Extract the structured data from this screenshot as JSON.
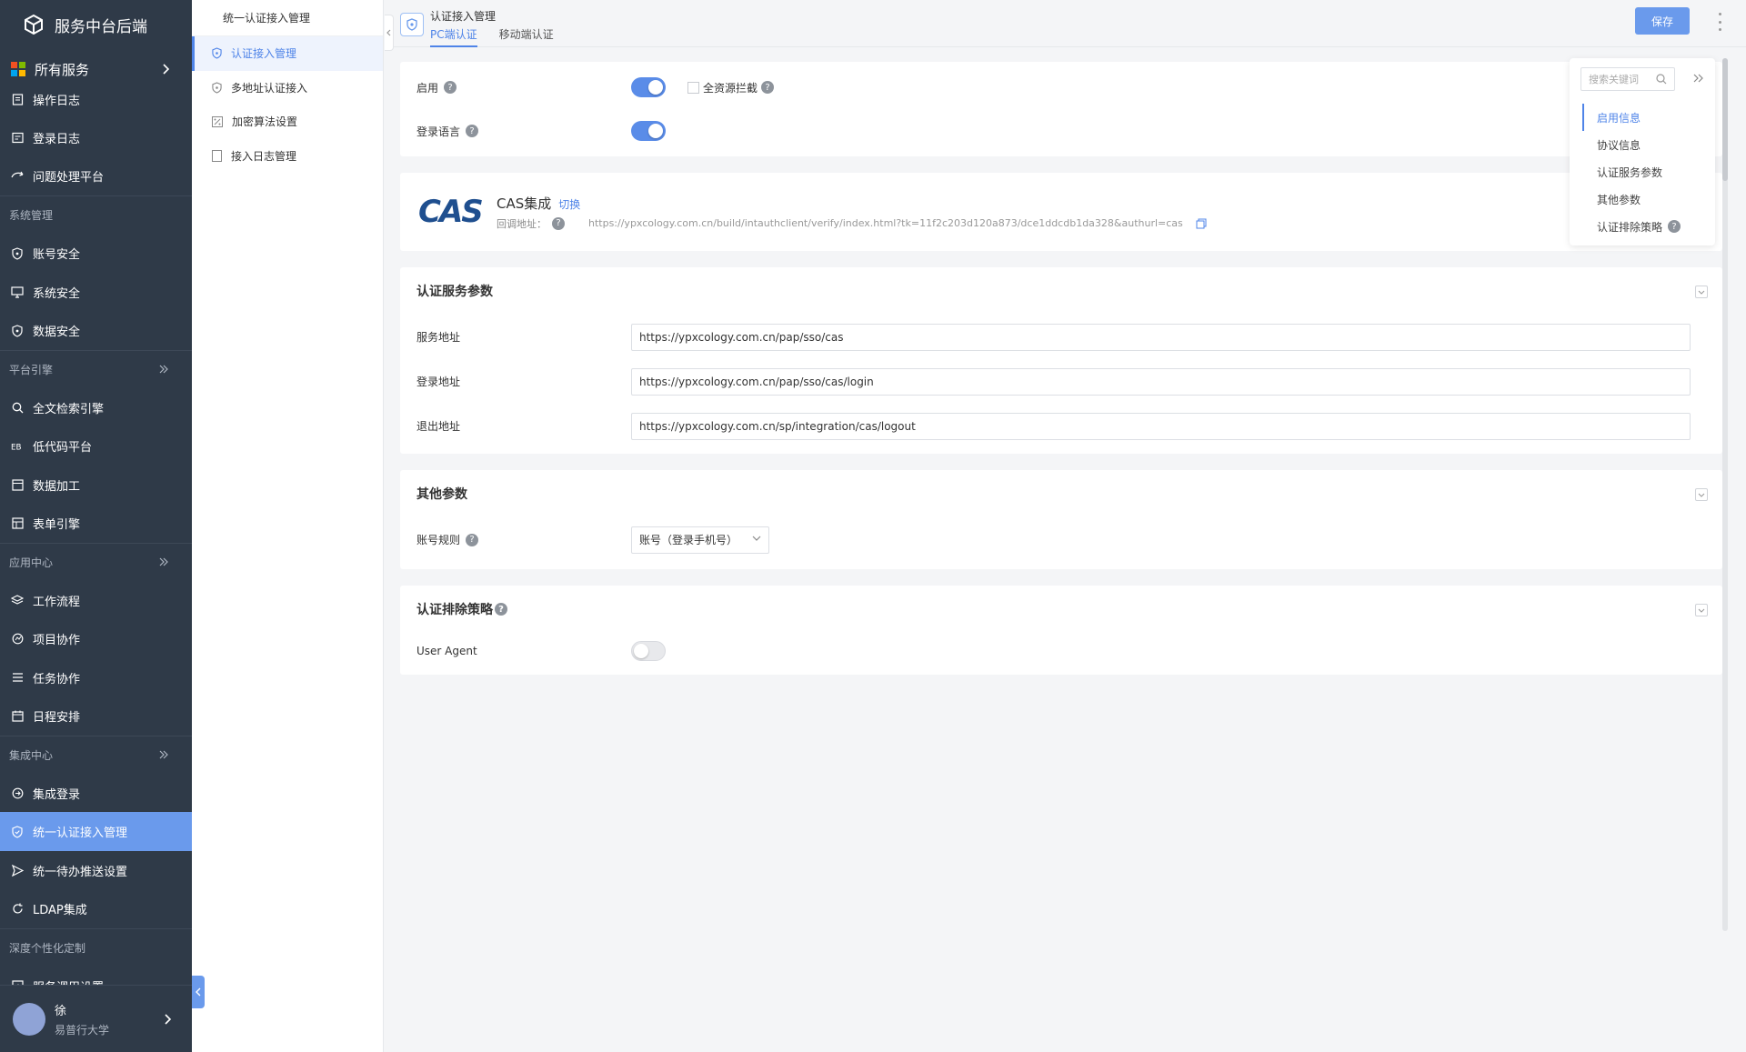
{
  "colors": {
    "sidebar_bg": "#2f3a48",
    "accent": "#6a9aec",
    "link": "#4f84e8"
  },
  "sidebar": {
    "brand": "服务中台后端",
    "all_services": "所有服务",
    "items": [
      {
        "type": "item",
        "label": "操作日志",
        "icon": "log-icon"
      },
      {
        "type": "item",
        "label": "登录日志",
        "icon": "login-log-icon"
      },
      {
        "type": "item",
        "label": "问题处理平台",
        "icon": "tool-icon"
      },
      {
        "type": "group",
        "label": "系统管理"
      },
      {
        "type": "item",
        "label": "账号安全",
        "icon": "shield-icon"
      },
      {
        "type": "item",
        "label": "系统安全",
        "icon": "monitor-icon"
      },
      {
        "type": "item",
        "label": "数据安全",
        "icon": "shield-icon"
      },
      {
        "type": "group",
        "label": "平台引擎"
      },
      {
        "type": "item",
        "label": "全文检索引擎",
        "icon": "search-icon"
      },
      {
        "type": "item",
        "label": "低代码平台",
        "icon": "eb-icon"
      },
      {
        "type": "item",
        "label": "数据加工",
        "icon": "data-icon"
      },
      {
        "type": "item",
        "label": "表单引擎",
        "icon": "form-icon"
      },
      {
        "type": "group",
        "label": "应用中心"
      },
      {
        "type": "item",
        "label": "工作流程",
        "icon": "layers-icon"
      },
      {
        "type": "item",
        "label": "项目协作",
        "icon": "project-icon"
      },
      {
        "type": "item",
        "label": "任务协作",
        "icon": "list-icon"
      },
      {
        "type": "item",
        "label": "日程安排",
        "icon": "calendar-icon"
      },
      {
        "type": "group",
        "label": "集成中心"
      },
      {
        "type": "item",
        "label": "集成登录",
        "icon": "login-icon"
      },
      {
        "type": "item",
        "label": "统一认证接入管理",
        "icon": "shield-check-icon",
        "active": true
      },
      {
        "type": "item",
        "label": "统一待办推送设置",
        "icon": "send-icon"
      },
      {
        "type": "item",
        "label": "LDAP集成",
        "icon": "sync-icon"
      },
      {
        "type": "group",
        "label": "深度个性化定制"
      },
      {
        "type": "item",
        "label": "服务调用设置",
        "icon": "settings-icon"
      }
    ],
    "user": {
      "name": "徐",
      "org": "易普行大学"
    }
  },
  "subnav": {
    "title": "统一认证接入管理",
    "items": [
      {
        "label": "认证接入管理",
        "icon": "shield-icon",
        "active": true
      },
      {
        "label": "多地址认证接入",
        "icon": "shield-icon"
      },
      {
        "label": "加密算法设置",
        "icon": "percent-icon"
      },
      {
        "label": "接入日志管理",
        "icon": "doc-icon"
      }
    ]
  },
  "header": {
    "title": "认证接入管理",
    "tabs": [
      {
        "label": "PC端认证",
        "active": true
      },
      {
        "label": "移动端认证"
      }
    ],
    "save_label": "保存"
  },
  "enable_card": {
    "enable_label": "启用",
    "enable_on": true,
    "fullres_label": "全资源拦截",
    "fullres_checked": false,
    "login_lang_label": "登录语言",
    "login_lang_on": true
  },
  "cas": {
    "logo_text": "CAS",
    "name": "CAS集成",
    "switch_label": "切换",
    "callback_label": "回调地址：",
    "callback_url": "https://ypxcology.com.cn/build/intauthclient/verify/index.html?tk=11f2c203d120a873/dce1ddcdb1da328&authurl=cas"
  },
  "auth_params": {
    "title": "认证服务参数",
    "fields": [
      {
        "label": "服务地址",
        "value": "https://ypxcology.com.cn/pap/sso/cas"
      },
      {
        "label": "登录地址",
        "value": "https://ypxcology.com.cn/pap/sso/cas/login"
      },
      {
        "label": "退出地址",
        "value": "https://ypxcology.com.cn/sp/integration/cas/logout"
      }
    ]
  },
  "other_params": {
    "title": "其他参数",
    "account_rule_label": "账号规则",
    "account_rule_value": "账号（登录手机号）"
  },
  "exclude": {
    "title": "认证排除策略",
    "ua_label": "User Agent",
    "ua_on": false
  },
  "anchor": {
    "search_placeholder": "搜索关键词",
    "items": [
      {
        "label": "启用信息",
        "active": true
      },
      {
        "label": "协议信息"
      },
      {
        "label": "认证服务参数"
      },
      {
        "label": "其他参数"
      },
      {
        "label": "认证排除策略",
        "help": true
      }
    ]
  }
}
